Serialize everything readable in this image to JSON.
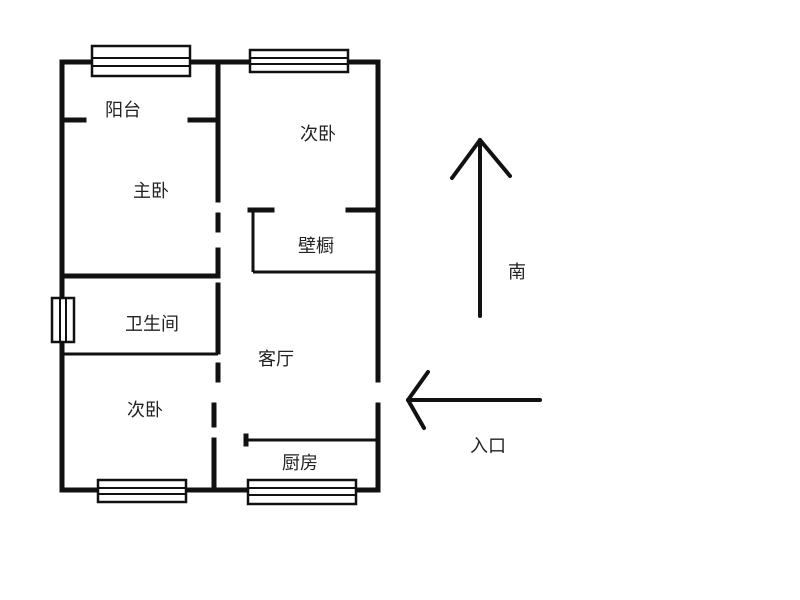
{
  "rooms": {
    "balcony": "阳台",
    "master_bedroom": "主卧",
    "second_bedroom_top": "次卧",
    "closet": "壁橱",
    "bathroom": "卫生间",
    "living_room": "客厅",
    "second_bedroom_bottom": "次卧",
    "kitchen": "厨房"
  },
  "compass": {
    "direction": "南"
  },
  "entrance": {
    "label": "入口"
  }
}
